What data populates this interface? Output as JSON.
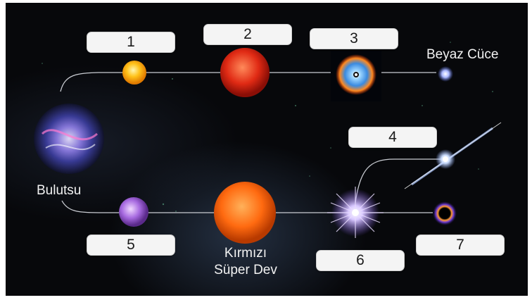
{
  "labels": {
    "box_1": "1",
    "box_2": "2",
    "box_3": "3",
    "box_4": "4",
    "box_5": "5",
    "box_6": "6",
    "box_7": "7"
  },
  "stage_names": {
    "nebula": "Bulutsu",
    "white_dwarf": "Beyaz Cüce",
    "red_supergiant_line1": "Kırmızı",
    "red_supergiant_line2": "Süper Dev"
  },
  "colors": {
    "background": "#07080b",
    "path_line": "#c9ccd2",
    "label_box": "#f4f4f4"
  }
}
